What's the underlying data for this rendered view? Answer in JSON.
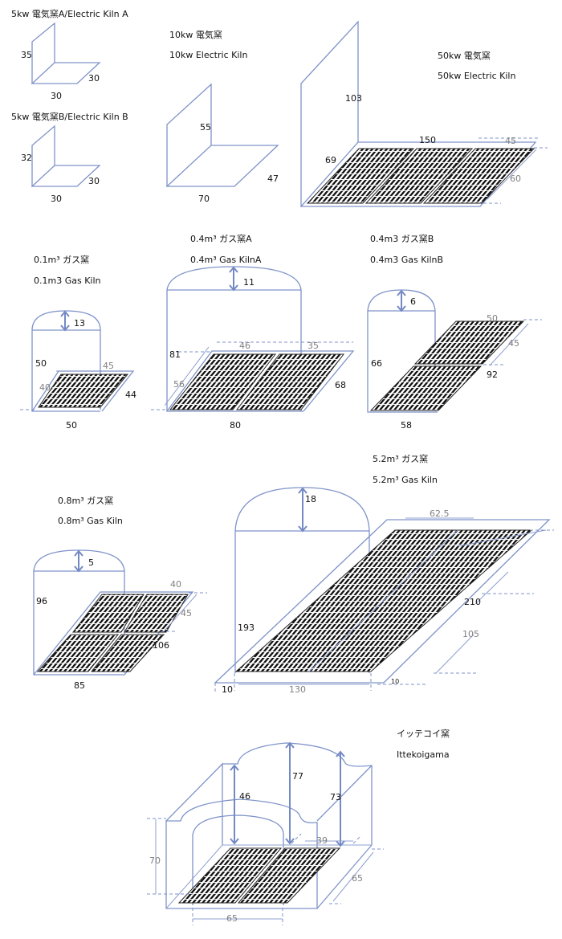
{
  "kilns": {
    "e5a": {
      "title": "5kw 電気窯A/Electric Kiln A",
      "height": "35",
      "depth": "30",
      "width": "30"
    },
    "e5b": {
      "title": "5kw 電気窯B/Electric Kiln B",
      "height": "32",
      "depth": "30",
      "width": "30"
    },
    "e10": {
      "title_jp": "10kw 電気窯",
      "title_en": "10kw  Electric Kiln",
      "height": "55",
      "depth": "47",
      "width": "70"
    },
    "e50": {
      "title_jp": "50kw  電気窯",
      "title_en": "50kw Electric Kiln",
      "height": "103",
      "width": "150",
      "depth": "69",
      "shelf_w": "45",
      "shelf_d": "60"
    },
    "g01": {
      "title_jp": "0.1m³ ガス窯",
      "title_en": "0.1m3 Gas Kiln",
      "dome": "13",
      "height": "50",
      "shelf_w": "45",
      "shelf_d": "40",
      "depth": "44",
      "width": "50"
    },
    "g04a": {
      "title_jp": "0.4m³ ガス窯A",
      "title_en": "0.4m³ Gas KilnA",
      "dome": "11",
      "height": "81",
      "shelf_w1": "46",
      "shelf_w2": "35",
      "shelf_d": "56",
      "depth": "68",
      "width": "80"
    },
    "g04b": {
      "title_jp": "0.4m3 ガス窯B",
      "title_en": "0.4m3  Gas KilnB",
      "dome": "6",
      "height": "66",
      "shelf_w": "50",
      "shelf_d": "45",
      "depth": "92",
      "width": "58"
    },
    "g08": {
      "title_jp": "0.8m³ ガス窯",
      "title_en": "0.8m³  Gas Kiln",
      "dome": "5",
      "height": "96",
      "shelf_w": "40",
      "shelf_d": "45",
      "depth": "106",
      "width": "85"
    },
    "g52": {
      "title_jp": "5.2m³ ガス窯",
      "title_en": "5.2m³  Gas Kiln",
      "dome": "18",
      "height": "193",
      "shelf_w": "62.5",
      "depth": "210",
      "shelf_d": "105",
      "margin_left": "10",
      "width": "130",
      "margin_small": "10"
    },
    "itte": {
      "title_jp": "イッテコイ窯",
      "title_en": "Ittekoigama",
      "h_center": "77",
      "h_front": "46",
      "h_back": "73",
      "shelf_w": "39",
      "height": "70",
      "depth": "65",
      "width": "65"
    }
  }
}
